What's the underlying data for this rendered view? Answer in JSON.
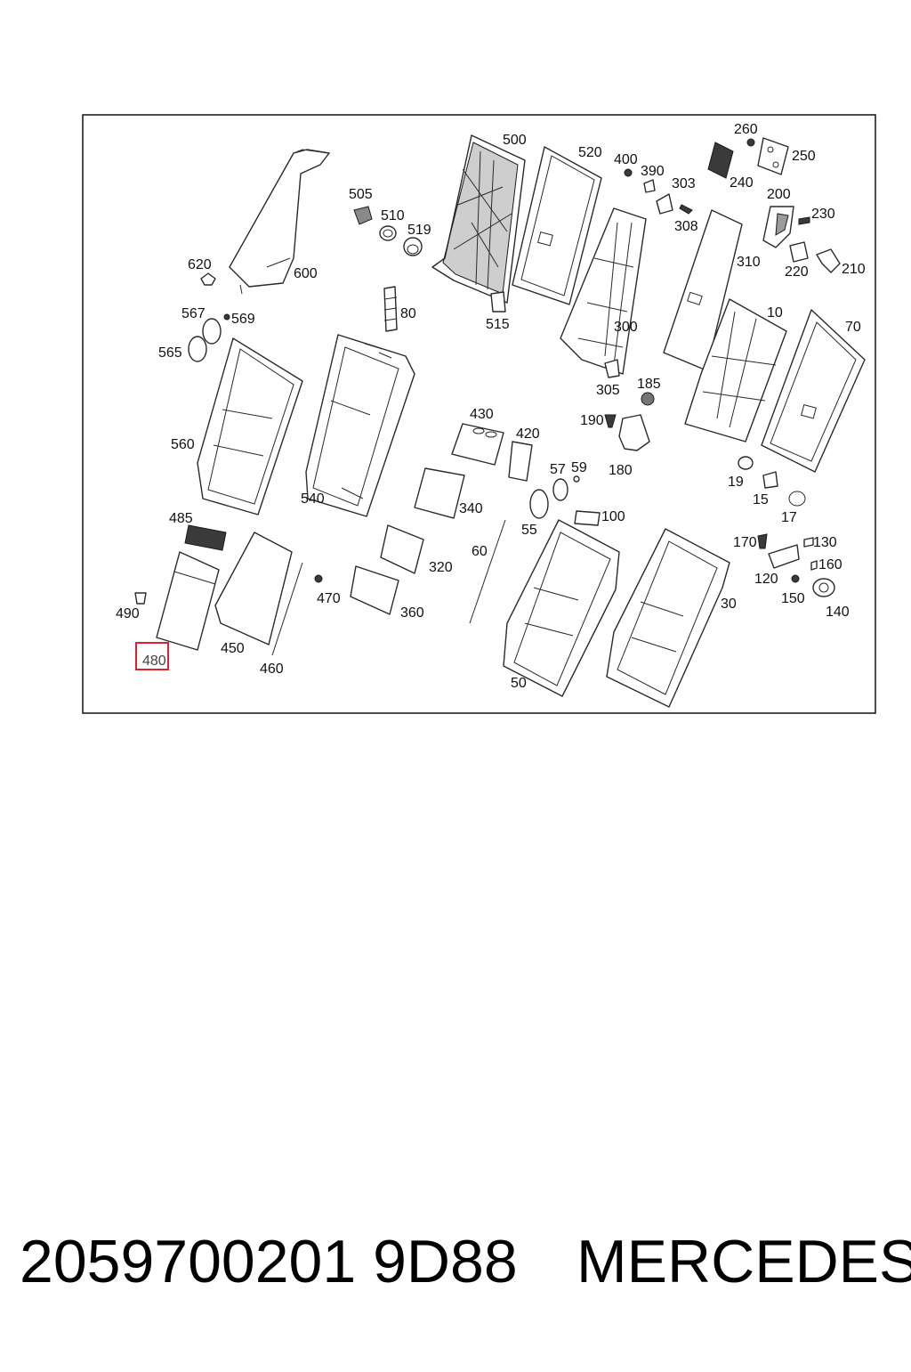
{
  "diagram": {
    "highlight_color": "#e0212b",
    "labels": {
      "l500": "500",
      "l520": "520",
      "l400": "400",
      "l390": "390",
      "l303": "303",
      "l260": "260",
      "l250": "250",
      "l240": "240",
      "l200": "200",
      "l230": "230",
      "l505": "505",
      "l510": "510",
      "l519": "519",
      "l308": "308",
      "l310": "310",
      "l210": "210",
      "l220": "220",
      "l620": "620",
      "l600": "600",
      "l80": "80",
      "l515": "515",
      "l10": "10",
      "l567": "567",
      "l569": "569",
      "l300": "300",
      "l70": "70",
      "l565": "565",
      "l305": "305",
      "l185": "185",
      "l430": "430",
      "l190": "190",
      "l420": "420",
      "l560": "560",
      "l57": "57",
      "l59": "59",
      "l180": "180",
      "l19": "19",
      "l15": "15",
      "l540": "540",
      "l340": "340",
      "l17": "17",
      "l485": "485",
      "l100": "100",
      "l55": "55",
      "l170": "170",
      "l130": "130",
      "l60": "60",
      "l320": "320",
      "l160": "160",
      "l120": "120",
      "l470": "470",
      "l150": "150",
      "l490": "490",
      "l30": "30",
      "l140": "140",
      "l450": "450",
      "l360": "360",
      "l480": "480",
      "l460": "460",
      "l50": "50"
    }
  },
  "footer": {
    "part_number": "2059700201 9D88",
    "brand": "MERCEDES"
  }
}
